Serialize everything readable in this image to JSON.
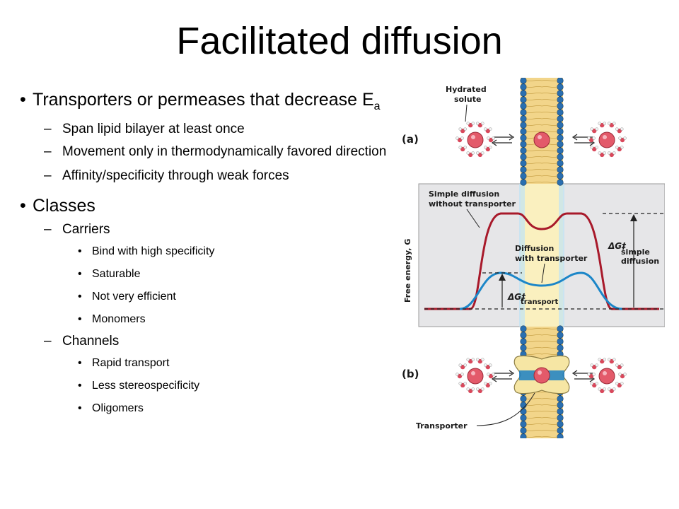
{
  "slide": {
    "title": "Facilitated diffusion",
    "bullets": [
      {
        "text": "Transporters or permeases that decrease E",
        "subscript": "a",
        "children": [
          {
            "text": "Span lipid bilayer at least once"
          },
          {
            "text": "Movement only in thermodynamically favored direction"
          },
          {
            "text": "Affinity/specificity through weak forces"
          }
        ]
      },
      {
        "text": "Classes",
        "children": [
          {
            "text": "Carriers",
            "children": [
              "Bind with high specificity",
              "Saturable",
              "Not very efficient",
              "Monomers"
            ]
          },
          {
            "text": "Channels",
            "children": [
              "Rapid transport",
              "Less stereospecificity",
              "Oligomers"
            ]
          }
        ]
      }
    ]
  },
  "figure": {
    "hydrated_solute_line1": "Hydrated",
    "hydrated_solute_line2": "solute",
    "panel_a": "(a)",
    "panel_b": "(b)",
    "simple_diffusion_line1": "Simple diffusion",
    "simple_diffusion_line2": "without transporter",
    "with_transporter_line1": "Diffusion",
    "with_transporter_line2": "with transporter",
    "y_axis_label": "Free energy, G",
    "dg_simple_symbol": "ΔG‡",
    "dg_simple_sub_line1": "simple",
    "dg_simple_sub_line2": "diffusion",
    "dg_transport_symbol": "ΔG‡",
    "dg_transport_sub": "transport",
    "transporter_label": "Transporter",
    "colors": {
      "simple_curve": "#a8192a",
      "transport_curve": "#1b86c8",
      "membrane": "#f2d58a",
      "head": "#2a6fb0",
      "solute": "#e35a6a"
    }
  }
}
